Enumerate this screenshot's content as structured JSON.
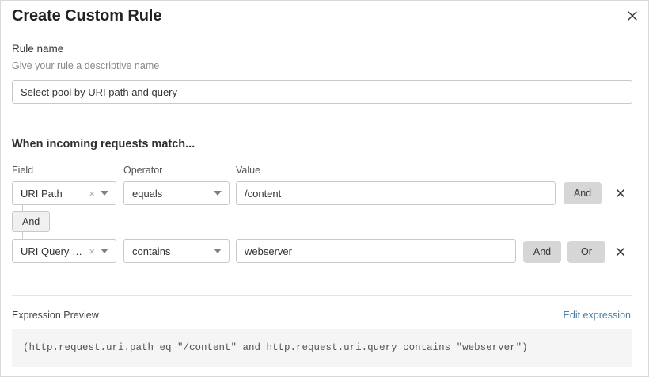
{
  "dialog": {
    "title": "Create Custom Rule",
    "close_icon": "close-icon"
  },
  "rule_name": {
    "label": "Rule name",
    "help": "Give your rule a descriptive name",
    "value": "Select pool by URI path and query",
    "placeholder": "Rule name"
  },
  "conditions": {
    "heading": "When incoming requests match...",
    "columns": {
      "field": "Field",
      "operator": "Operator",
      "value": "Value"
    },
    "connector_badge": "And",
    "rows": [
      {
        "field": "URI Path",
        "field_clear": "×",
        "operator": "equals",
        "value": "/content",
        "buttons": [
          "And"
        ],
        "delete_icon": "delete-icon"
      },
      {
        "field": "URI Query St...",
        "field_clear": "×",
        "operator": "contains",
        "value": "webserver",
        "buttons": [
          "And",
          "Or"
        ],
        "delete_icon": "delete-icon"
      }
    ]
  },
  "expression": {
    "label": "Expression Preview",
    "edit_link": "Edit expression",
    "code": "(http.request.uri.path eq \"/content\" and http.request.uri.query contains \"webserver\")"
  },
  "colors": {
    "link": "#4a7fa5",
    "button_gray": "#d6d6d6",
    "code_bg": "#f5f5f5",
    "border": "#c9c9c9"
  }
}
